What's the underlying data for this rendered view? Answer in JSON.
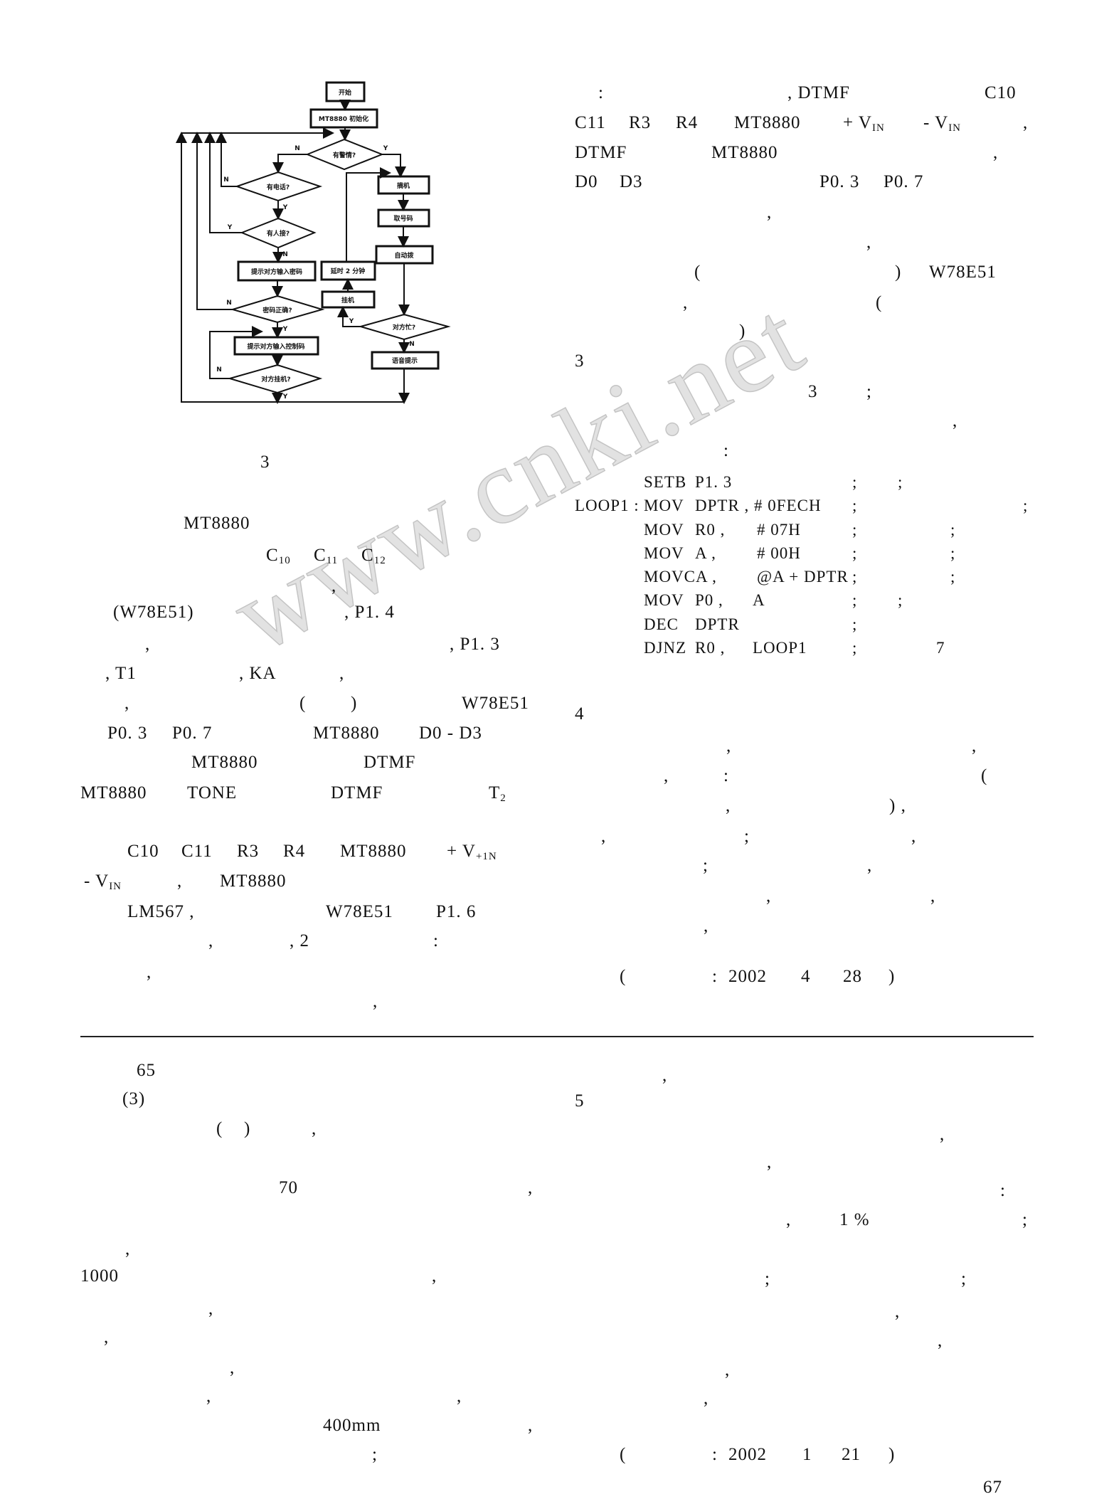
{
  "watermark": "www.cnki.net",
  "figure": {
    "caption": "3",
    "nodes": {
      "start": "开始",
      "init": "MT8880 初始化",
      "alarm": "有警情?",
      "call": "有电话?",
      "someone": "有人接?",
      "prompt_pwd": "提示对方输入密码",
      "pwd_ok": "密码正确?",
      "prompt_ctrl": "提示对方输入控制码",
      "hangup_q": "对方挂机?",
      "offhook": "摘机",
      "get_num": "取号码",
      "autodial": "自动拨",
      "busy": "对方忙?",
      "hangup": "挂机",
      "delay": "延时 2 分钟",
      "voice": "语音提示"
    },
    "labels": {
      "y": "Y",
      "n": "N"
    }
  },
  "left": {
    "l0": "3",
    "l1": "MT8880",
    "c10": {
      "b": "C",
      "s": "10"
    },
    "c11": {
      "b": "C",
      "s": "11"
    },
    "c12": {
      "b": "C",
      "s": "12"
    },
    "l5": ",",
    "l6": "(W78E51)",
    "l7": ", P1. 4",
    "l8": ",",
    "l9": ", P1. 3",
    "l10": ", T1",
    "l11": ", KA",
    "l13": ",",
    "l14": ",",
    "l15": "(",
    "l16": ")",
    "l17": "W78E51",
    "l18": "P0. 3",
    "l19": "P0. 7",
    "l20": "MT8880",
    "l21": "D0 - D3",
    "l22": "MT8880",
    "l23": "DTMF",
    "l24": "MT8880",
    "l25": "TONE",
    "l26": "DTMF",
    "t2": {
      "b": "T",
      "s": "2"
    },
    "l28": "C10",
    "l29": "C11",
    "l30": "R3",
    "l31": "R4",
    "l32": "MT8880",
    "vp": {
      "b": "+ V",
      "s": "+1N"
    },
    "vm": {
      "b": "- V",
      "s": "IN"
    },
    "l35": ",",
    "l36": "MT8880",
    "l37": "LM567 ,",
    "l38": "W78E51",
    "l39": "P1. 6",
    "l40": ",",
    "l41": ", 2",
    "l42": ":",
    "l43": ",",
    "l44": ","
  },
  "right": {
    "r0": ":",
    "r1": ", DTMF",
    "r2": "C10",
    "r3": "C11",
    "r4": "R3",
    "r5": "R4",
    "r6": "MT8880",
    "vin1": {
      "b": "+ V",
      "s": "IN"
    },
    "vin2": {
      "b": "- V",
      "s": "IN"
    },
    "r7": ",",
    "r8": "DTMF",
    "r9": "MT8880",
    "r10": ",",
    "r11": "D0",
    "r12": "D3",
    "r13": "P0. 3",
    "r14": "P0. 7",
    "r15": ",",
    "r16": ",",
    "r17": "(",
    "r18": ")",
    "r19": "W78E51",
    "r20": ",",
    "r21": "(",
    "r22": ")",
    "r23": "3",
    "r24": "3",
    "r25": ";",
    "r26": ",",
    "r27": ":"
  },
  "code": [
    {
      "label": "",
      "op": "SETB",
      "a": "P1. 3",
      "b": "",
      "c1": ";",
      "c2": ";"
    },
    {
      "label": "LOOP1 :",
      "op": "MOV",
      "a": "DPTR , # 0FECH",
      "b": "",
      "c1": ";",
      "c2": ";"
    },
    {
      "label": "",
      "op": "MOV",
      "a": "R0 ,",
      "b": "# 07H",
      "c1": ";",
      "c2": ";"
    },
    {
      "label": "",
      "op": "MOV",
      "a": "A ,",
      "b": "# 00H",
      "c1": ";",
      "c2": ";"
    },
    {
      "label": "",
      "op": "MOVCA ,",
      "a": "",
      "b": "@A + DPTR",
      "c1": ";",
      "c2": ";"
    },
    {
      "label": "",
      "op": "MOV",
      "a": "P0 ,",
      "b": "A",
      "c1": ";",
      "c2": ";"
    },
    {
      "label": "",
      "op": "DEC",
      "a": "DPTR",
      "b": "",
      "c1": ";",
      "c2": ""
    },
    {
      "label": "",
      "op": "DJNZ",
      "a": "R0 ,",
      "b": "LOOP1",
      "c1": ";",
      "c2": "7"
    }
  ],
  "right2": {
    "s4": "4",
    "a1": ",",
    "a2": ",",
    "a3": ",",
    "a4": ":",
    "a5": "(",
    "a6": ",",
    "a7": ") ,",
    "a8": ",",
    "a9": ";",
    "a10": ",",
    "a11": ";",
    "a12": ",",
    "a13": ",",
    "a14": ",",
    "a15": ",",
    "rcv1": {
      "open": "(",
      "colon": ":",
      "year": "2002",
      "month": "4",
      "day": "28",
      "close": ")"
    }
  },
  "lower_left": {
    "b0": "65",
    "b1": "(3)",
    "b2": "(",
    "b3": ")",
    "b4": ",",
    "b5": "70",
    "b6": ",",
    "b7": ",",
    "b8": "1000",
    "b9": ",",
    "b10": ",",
    "b11": ",",
    "b12": ",",
    "b13": ",",
    "b14": ",",
    "b15": "400mm",
    "b16": ",",
    "b17": ";"
  },
  "lower_right": {
    "d0": ",",
    "d1": "5",
    "d2": ",",
    "d3": ",",
    "d4": ":",
    "d5": ",",
    "d6": "1 %",
    "d7": ";",
    "d8": ";",
    "d9": ";",
    "d10": ",",
    "d11": ",",
    "d12": ",",
    "d13": ",",
    "rcv2": {
      "open": "(",
      "colon": ":",
      "year": "2002",
      "month": "1",
      "day": "21",
      "close": ")"
    }
  },
  "page_number": "67"
}
